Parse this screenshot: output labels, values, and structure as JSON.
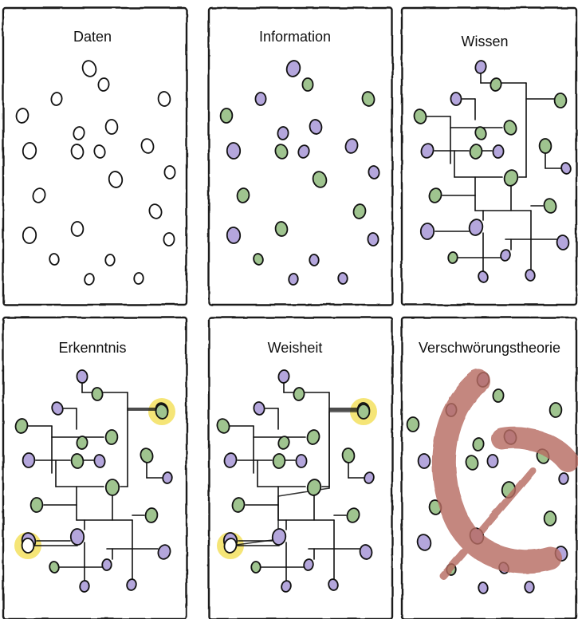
{
  "panels": [
    {
      "id": "daten",
      "title": "Daten"
    },
    {
      "id": "information",
      "title": "Information"
    },
    {
      "id": "wissen",
      "title": "Wissen"
    },
    {
      "id": "erkenntnis",
      "title": "Erkenntnis"
    },
    {
      "id": "weisheit",
      "title": "Weisheit"
    },
    {
      "id": "verschwoerung",
      "title": "Verschwörungstheorie"
    }
  ],
  "colors": {
    "empty": "#ffffff",
    "green": "#9fc48f",
    "purple": "#b4a6dc",
    "highlight": "#f2df55",
    "sickle": "#b86d63"
  }
}
